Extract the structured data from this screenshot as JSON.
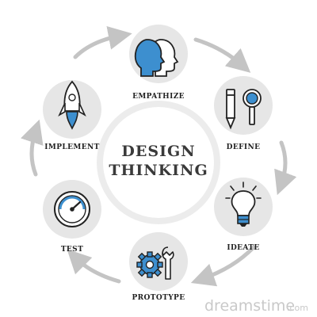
{
  "diagram": {
    "title_line1": "DESIGN",
    "title_line2": "THINKING",
    "stages": [
      {
        "label": "EMPATHIZE",
        "icon": "heads-profile-icon"
      },
      {
        "label": "DEFINE",
        "icon": "pencil-magnifier-icon"
      },
      {
        "label": "IDEATE",
        "icon": "lightbulb-icon"
      },
      {
        "label": "PROTOTYPE",
        "icon": "gear-wrench-icon"
      },
      {
        "label": "TEST",
        "icon": "gauge-icon"
      },
      {
        "label": "IMPLEMENT",
        "icon": "rocket-icon"
      }
    ],
    "colors": {
      "accent": "#3d8fcf",
      "circle": "#e6e6e6",
      "arrow": "#c4c4c4",
      "line": "#222222"
    }
  },
  "watermark": {
    "brand": "dreamstime",
    "suffix": ".com"
  }
}
